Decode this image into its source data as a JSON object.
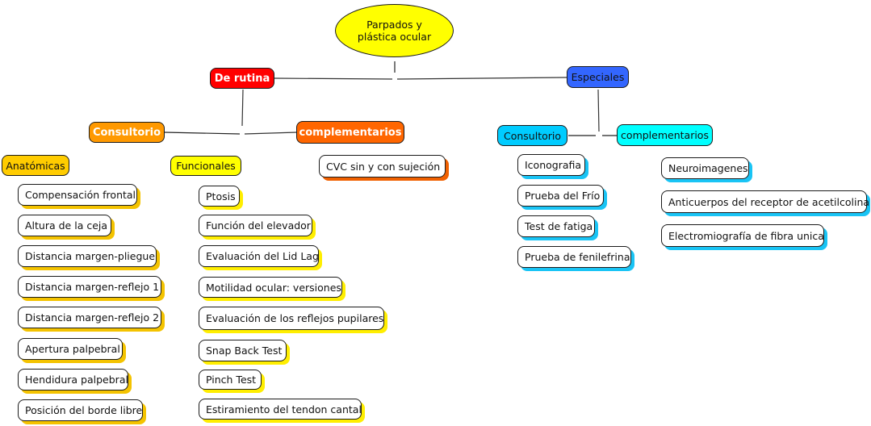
{
  "root": {
    "label": "Parpados y plástica ocular",
    "color": "#ffff00"
  },
  "level1": {
    "rutina": {
      "label": "De rutina",
      "color": "#ff0000"
    },
    "especiales": {
      "label": "Especiales",
      "color": "#3366ff"
    }
  },
  "rutina": {
    "consultorio": {
      "label": "Consultorio",
      "color": "#ff9900"
    },
    "complementarios": {
      "label": "complementarios",
      "color": "#ff6600"
    },
    "anatomicas": {
      "label": "Anatómicas",
      "color": "#ffcc00",
      "items": [
        "Compensación frontal",
        "Altura de la ceja",
        "Distancia margen-pliegue",
        "Distancia margen-reflejo 1",
        "Distancia margen-reflejo 2",
        "Apertura palpebral",
        "Hendidura palpebral",
        "Posición del borde libre"
      ]
    },
    "funcionales": {
      "label": "Funcionales",
      "color": "#ffff00",
      "items": [
        "Ptosis",
        "Función del elevador",
        "Evaluación del Lid Lag",
        "Motilidad ocular: versiones",
        "Evaluación de los reflejos pupilares",
        "Snap Back Test",
        "Pinch Test",
        "Estiramiento del tendon cantal"
      ]
    },
    "complementarios_items": [
      "CVC sin y con sujeción"
    ]
  },
  "especiales": {
    "consultorio": {
      "label": "Consultorio",
      "color": "#00ccff",
      "items": [
        "Iconografia",
        "Prueba del Frío",
        "Test de fatiga",
        "Prueba de fenilefrina"
      ]
    },
    "complementarios": {
      "label": "complementarios",
      "color": "#00ffff",
      "items": [
        "Neuroimagenes",
        "Anticuerpos del receptor de acetilcolina",
        "Electromiografía de fibra unica"
      ]
    }
  }
}
